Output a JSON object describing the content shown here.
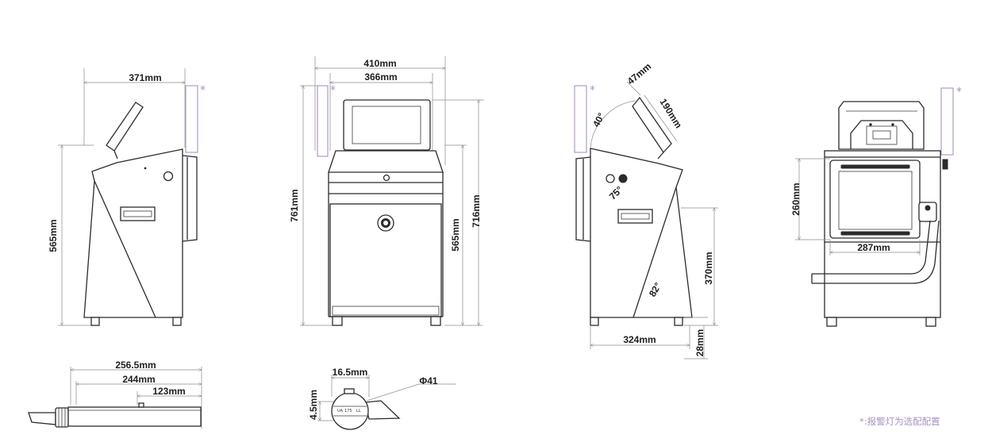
{
  "side_view": {
    "width_label": "371mm",
    "height_label": "565mm",
    "beacon_mark": "*"
  },
  "front_view": {
    "outer_width_label": "410mm",
    "inner_width_label": "366mm",
    "total_height_label": "761mm",
    "body_height_label": "565mm",
    "height_label": "716mm",
    "beacon_mark": "*"
  },
  "angle_view": {
    "screen_thickness_label": "47mm",
    "screen_length_label": "190mm",
    "screen_tilt_label": "40°",
    "panel_angle_label": "75°",
    "leg_angle_label": "82°",
    "height_label": "370mm",
    "depth_label": "324mm",
    "foot_label": "28mm",
    "beacon_mark": "*"
  },
  "rear_view": {
    "door_height_label": "260mm",
    "door_width_label": "287mm",
    "beacon_mark": "*"
  },
  "printhead_side": {
    "total_length_label": "256.5mm",
    "body_length_label": "244mm",
    "tip_length_label": "123mm"
  },
  "printhead_end": {
    "width_label": "16.5mm",
    "height_label": "4.5mm",
    "diameter_label": "Φ41"
  },
  "footnote": "*:报警灯为选配配置"
}
